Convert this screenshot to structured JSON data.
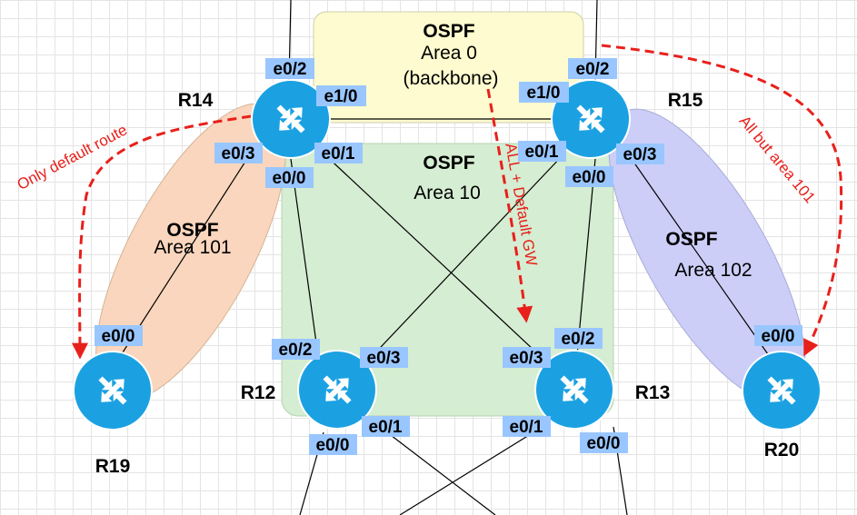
{
  "areas": {
    "area0": {
      "title": "OSPF",
      "line1": "Area 0",
      "line2": "(backbone)",
      "fill": "#fdfbcf"
    },
    "area10": {
      "title": "OSPF",
      "line1": "Area 10",
      "fill": "#d5edd2"
    },
    "area101": {
      "title": "OSPF",
      "line1": "Area 101",
      "fill": "#f9d6bd"
    },
    "area102": {
      "title": "OSPF",
      "line1": "Area 102",
      "fill": "#cccef8"
    }
  },
  "routers": {
    "r14": {
      "label": "R14"
    },
    "r15": {
      "label": "R15"
    },
    "r12": {
      "label": "R12"
    },
    "r13": {
      "label": "R13"
    },
    "r19": {
      "label": "R19"
    },
    "r20": {
      "label": "R20"
    }
  },
  "ports": {
    "r14_e02": "e0/2",
    "r14_e10": "e1/0",
    "r14_e03": "e0/3",
    "r14_e01": "e0/1",
    "r14_e00": "e0/0",
    "r15_e02": "e0/2",
    "r15_e10": "e1/0",
    "r15_e01": "e0/1",
    "r15_e03": "e0/3",
    "r15_e00": "e0/0",
    "r12_e02": "e0/2",
    "r12_e03": "e0/3",
    "r12_e01": "e0/1",
    "r12_e00": "e0/0",
    "r13_e03": "e0/3",
    "r13_e02": "e0/2",
    "r13_e01": "e0/1",
    "r13_e00": "e0/0",
    "r19_e00": "e0/0",
    "r20_e00": "e0/0"
  },
  "annotations": {
    "only_default": "Only default route",
    "all_default_gw": "ALL + Default GW",
    "all_but_101": "All but area 101"
  },
  "colors": {
    "router": "#1ba1e2",
    "router_border": "#ffffff",
    "port_badge": "#99c6ff",
    "annotation": "#e8201b",
    "link": "#000000"
  },
  "icons": {
    "router": "router-arrows-icon"
  }
}
